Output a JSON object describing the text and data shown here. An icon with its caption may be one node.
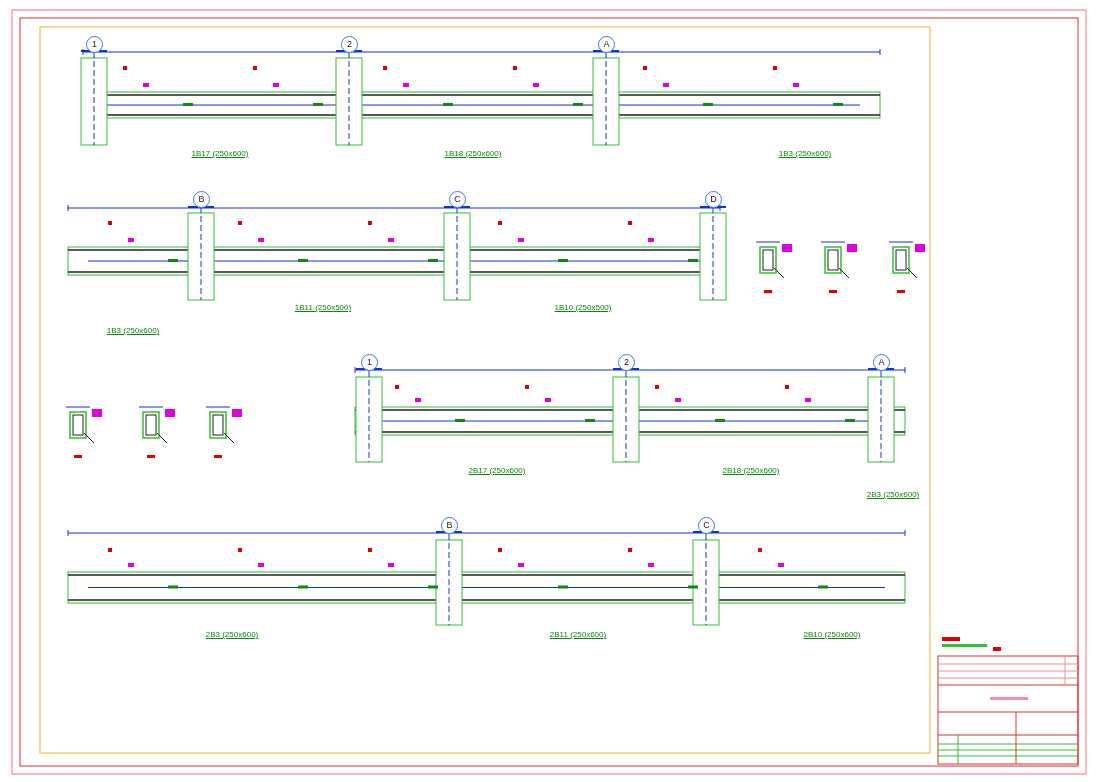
{
  "diagram": {
    "labels": [
      "1",
      "2",
      "A",
      "1B17 (250x600)",
      "1B18 (250x600)",
      "1B3 (250x600)",
      "B",
      "C",
      "D",
      "1B11 (250x500)",
      "1B10 (250x500)",
      "1B3 (250x600)",
      "1",
      "2",
      "A",
      "2B17 (250x600)",
      "2B18 (250x600)",
      "2B3 (250x600)",
      "B",
      "C",
      "2B3 (250x600)",
      "2B11 (250x600)",
      "2B10 (250x600)"
    ]
  }
}
